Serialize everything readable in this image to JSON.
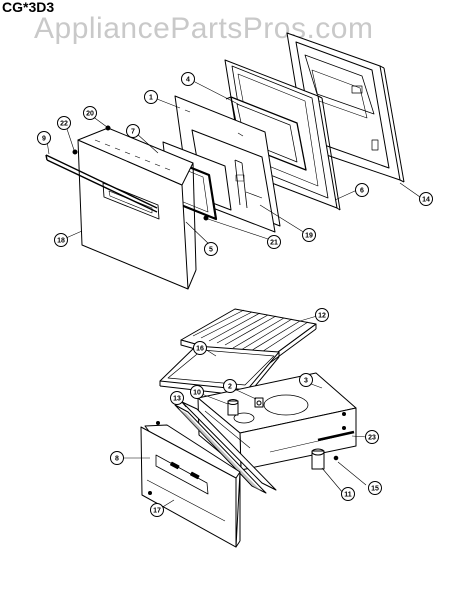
{
  "header": {
    "model": "CG*3D3",
    "watermark": "AppliancePartsPros.com"
  },
  "callouts": [
    {
      "id": "c1",
      "label": "1"
    },
    {
      "id": "c4",
      "label": "4"
    },
    {
      "id": "c20",
      "label": "20"
    },
    {
      "id": "c22",
      "label": "22"
    },
    {
      "id": "c9",
      "label": "9"
    },
    {
      "id": "c7",
      "label": "7"
    },
    {
      "id": "c6",
      "label": "6"
    },
    {
      "id": "c14",
      "label": "14"
    },
    {
      "id": "c19",
      "label": "19"
    },
    {
      "id": "c21",
      "label": "21"
    },
    {
      "id": "c5",
      "label": "5"
    },
    {
      "id": "c18",
      "label": "18"
    },
    {
      "id": "c12",
      "label": "12"
    },
    {
      "id": "c16",
      "label": "16"
    },
    {
      "id": "c10",
      "label": "10"
    },
    {
      "id": "c2",
      "label": "2"
    },
    {
      "id": "c3",
      "label": "3"
    },
    {
      "id": "c13",
      "label": "13"
    },
    {
      "id": "c23",
      "label": "23"
    },
    {
      "id": "c8",
      "label": "8"
    },
    {
      "id": "c11",
      "label": "11"
    },
    {
      "id": "c15",
      "label": "15"
    },
    {
      "id": "c17",
      "label": "17"
    }
  ],
  "colors": {
    "line": "#000000",
    "watermark": "#c9c9c9",
    "background": "#ffffff"
  }
}
